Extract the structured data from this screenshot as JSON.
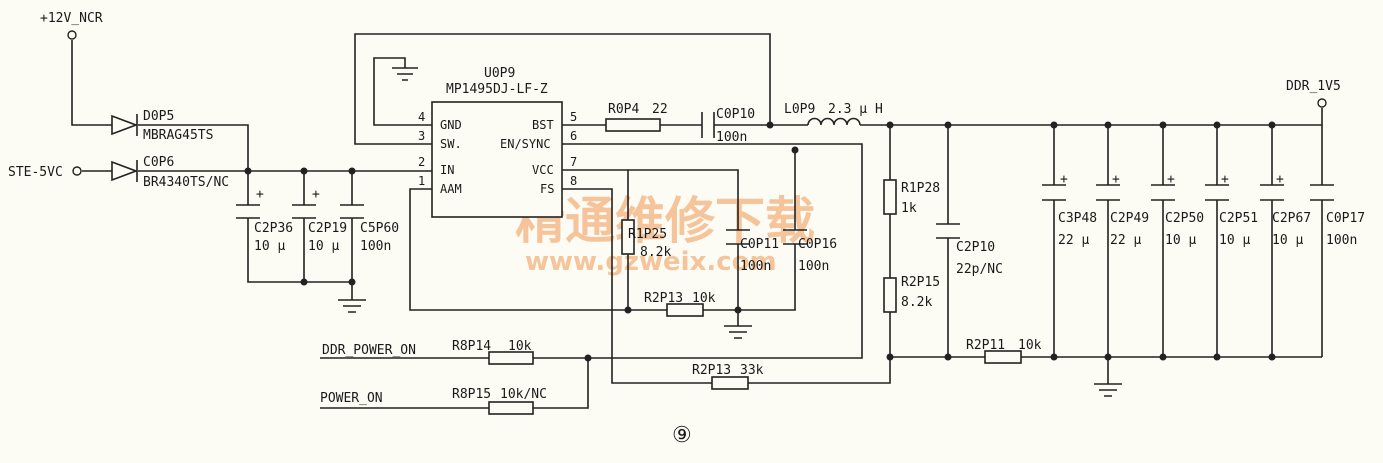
{
  "nets": {
    "vin_12v": "+12V_NCR",
    "vin_5v": "STE-5VC",
    "vout": "DDR_1V5",
    "ddr_power_on": "DDR_POWER_ON",
    "power_on": "POWER_ON"
  },
  "ic": {
    "ref": "U0P9",
    "part": "MP1495DJ-LF-Z",
    "pins": [
      {
        "num": "4",
        "name": "GND"
      },
      {
        "num": "3",
        "name": "SW."
      },
      {
        "num": "2",
        "name": "IN"
      },
      {
        "num": "1",
        "name": "AAM"
      },
      {
        "num": "5",
        "name": "BST"
      },
      {
        "num": "6",
        "name": "EN/SYNC"
      },
      {
        "num": "7",
        "name": "VCC"
      },
      {
        "num": "8",
        "name": "FS"
      }
    ]
  },
  "components": {
    "d0p5": {
      "ref": "D0P5",
      "value": "MBRAG45TS"
    },
    "c0p6": {
      "ref": "C0P6",
      "value": "BR4340TS/NC"
    },
    "c2p36": {
      "ref": "C2P36",
      "value": "10 μ"
    },
    "c2p19": {
      "ref": "C2P19",
      "value": "10 μ"
    },
    "c5p60": {
      "ref": "C5P60",
      "value": "100n"
    },
    "r0p4": {
      "ref": "R0P4",
      "value": "22"
    },
    "c0p10": {
      "ref": "C0P10",
      "value": "100n"
    },
    "l0p9": {
      "ref": "L0P9",
      "value": "2.3 μ H"
    },
    "r1p25": {
      "ref": "R1P25",
      "value": "8.2k"
    },
    "c0p11": {
      "ref": "C0P11",
      "value": "100n"
    },
    "c0p16": {
      "ref": "C0P16",
      "value": "100n"
    },
    "r2p13a": {
      "ref": "R2P13",
      "value": "10k"
    },
    "r2p13b": {
      "ref": "R2P13",
      "value": "33k"
    },
    "r8p14": {
      "ref": "R8P14",
      "value": "10k"
    },
    "r8p15": {
      "ref": "R8P15",
      "value": "10k/NC"
    },
    "r1p28": {
      "ref": "R1P28",
      "value": "1k"
    },
    "r2p15": {
      "ref": "R2P15",
      "value": "8.2k"
    },
    "c2p10": {
      "ref": "C2P10",
      "value": "22p/NC"
    },
    "r2p11": {
      "ref": "R2P11",
      "value": "10k"
    },
    "c3p48": {
      "ref": "C3P48",
      "value": "22 μ"
    },
    "c2p49": {
      "ref": "C2P49",
      "value": "22 μ"
    },
    "c2p50": {
      "ref": "C2P50",
      "value": "10 μ"
    },
    "c2p51": {
      "ref": "C2P51",
      "value": "10 μ"
    },
    "c2p67": {
      "ref": "C2P67",
      "value": "10 μ"
    },
    "c0p17": {
      "ref": "C0P17",
      "value": "100n"
    }
  },
  "watermark": {
    "cn": "精通维修下载",
    "url": "www.gzweix.com"
  },
  "figure_number": "⑨",
  "polarity_mark": "+"
}
